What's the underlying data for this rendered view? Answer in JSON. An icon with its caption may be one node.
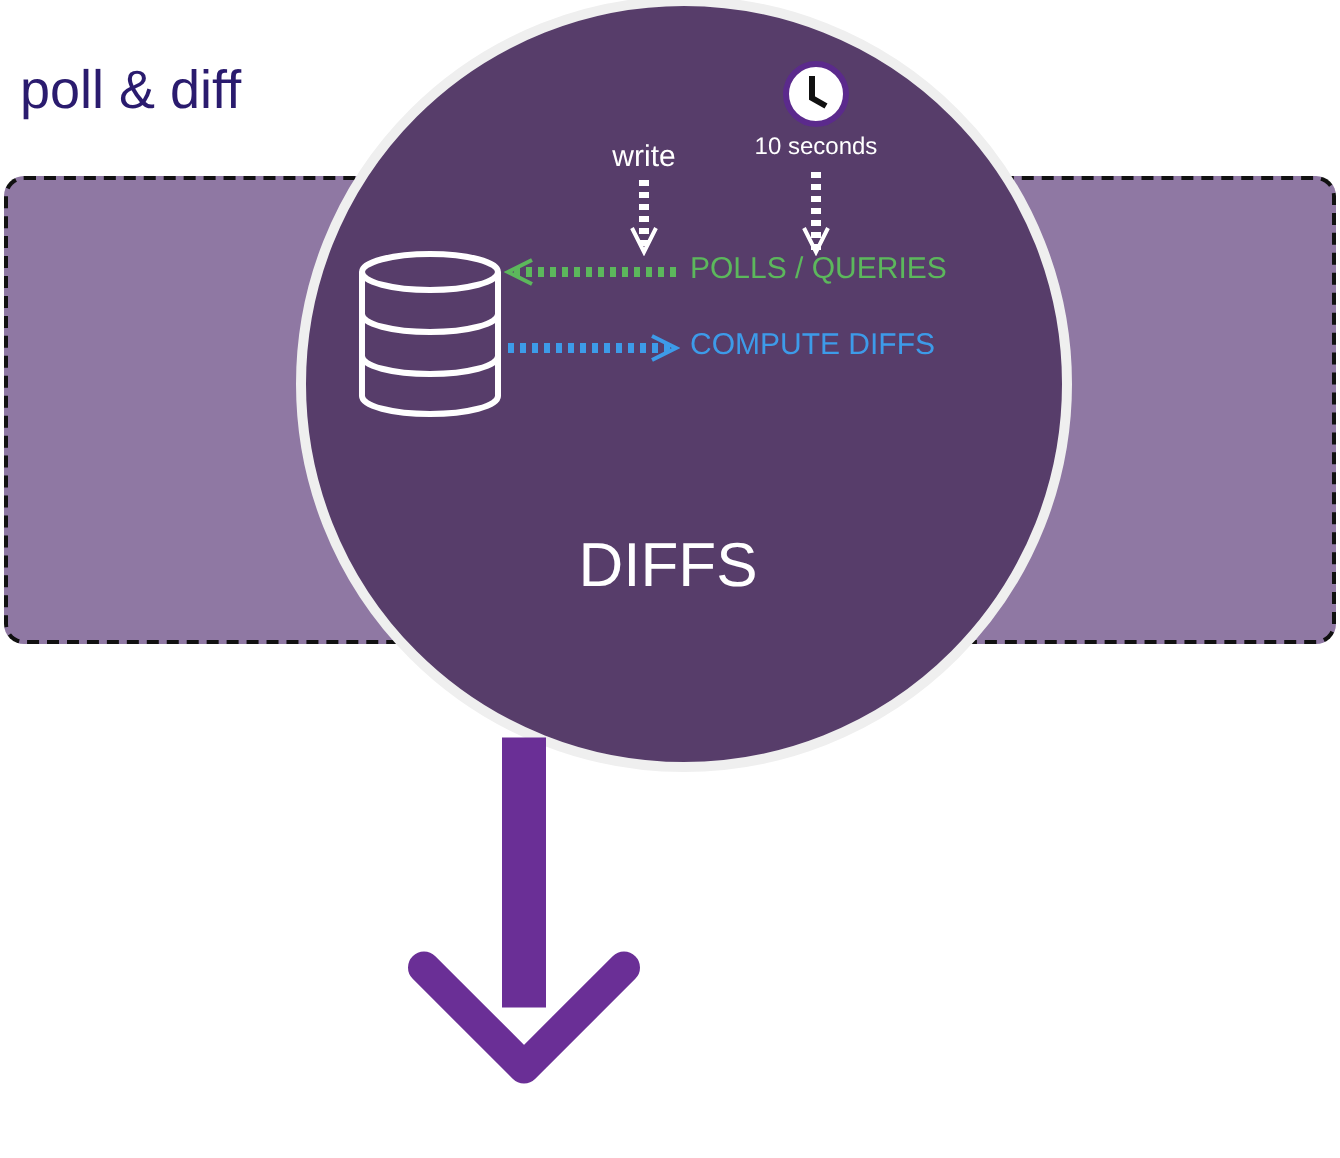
{
  "diagram": {
    "title": "poll & diff",
    "nodes": [
      {
        "text": [
          "DIFFS"
        ]
      },
      {
        "text": [],
        "shape": "cylinder",
        "in": 0
      },
      {
        "text": [
          "POLLS / QUERIES"
        ],
        "in": 0
      },
      {
        "text": [
          "COMPUTE DIFFS"
        ],
        "in": 0
      },
      {
        "text": [
          "write"
        ],
        "in": 0
      },
      {
        "text": [
          "10 seconds"
        ],
        "in": 0
      }
    ],
    "edges": [
      {
        "from": 4,
        "to": 2,
        "arrow": "to",
        "style": "dashed"
      },
      {
        "from": 5,
        "to": 2,
        "arrow": "to",
        "style": "dashed"
      },
      {
        "from": 2,
        "to": 1,
        "arrow": "to",
        "style": "dashed",
        "color": "#5cb85c"
      },
      {
        "from": 1,
        "to": 3,
        "arrow": "to",
        "style": "dashed",
        "color": "#3d9be9"
      },
      {
        "from": 0,
        "to": null,
        "arrow": "to",
        "style": "thick",
        "color": "#6a2f96"
      }
    ]
  }
}
